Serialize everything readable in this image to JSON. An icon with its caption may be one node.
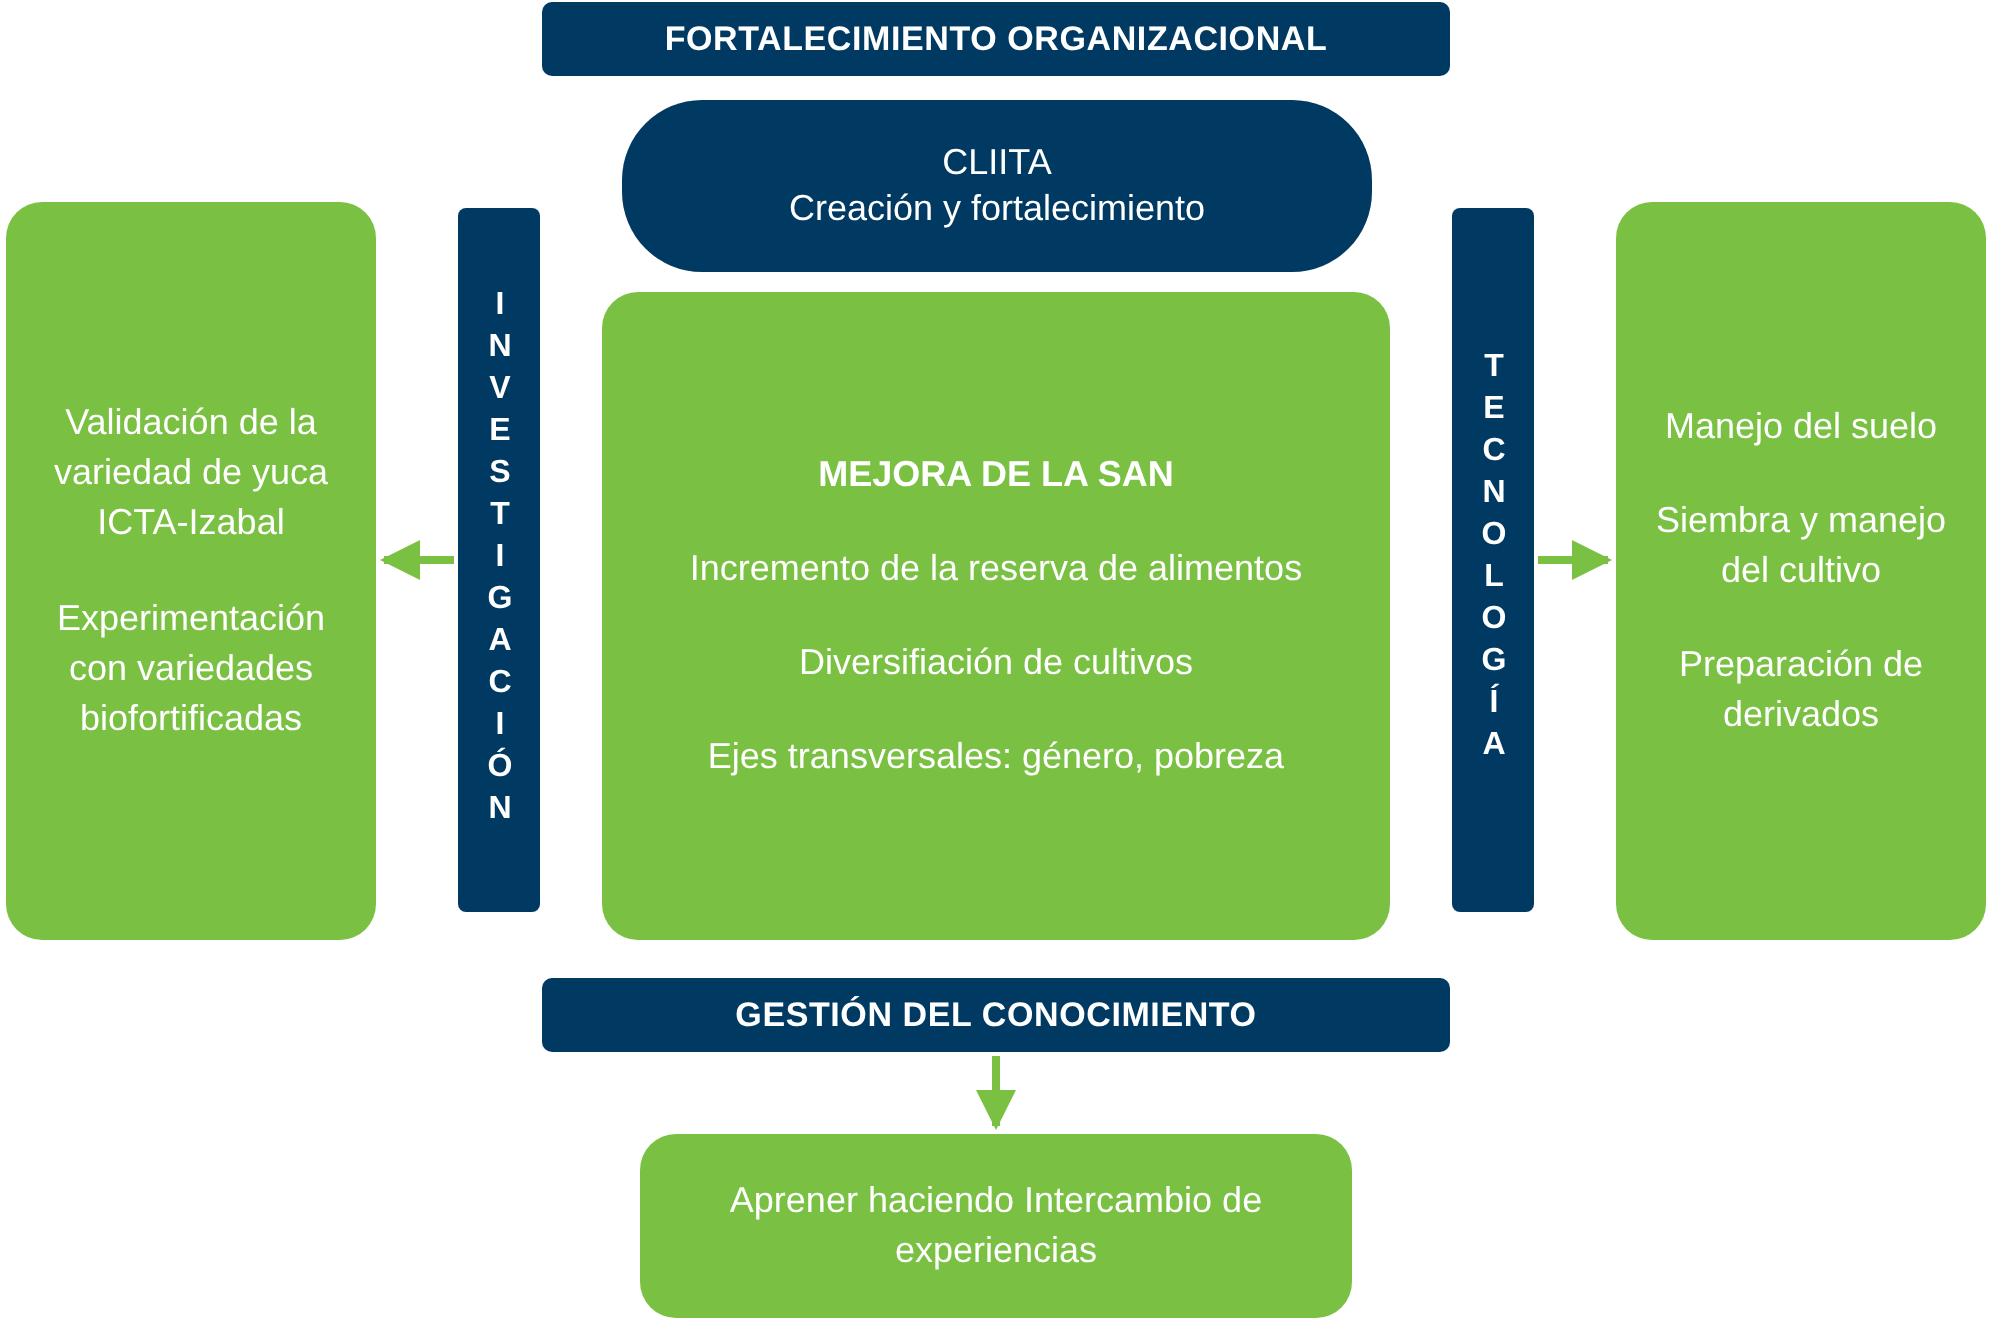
{
  "diagram": {
    "nodes": [
      {
        "text": [
          "FORTALECIMIENTO ORGANIZACIONAL"
        ]
      },
      {
        "text": [
          "CLIITA",
          "Creación y fortalecimiento"
        ]
      },
      {
        "text": [
          "Validación de la variedad de yuca ICTA-Izabal",
          "Experimentación con variedades biofortificadas"
        ]
      },
      {
        "text": [
          "INVESTIGACIÓN"
        ]
      },
      {
        "text": [
          "MEJORA DE LA SAN",
          "Incremento de la reserva de alimentos",
          "Diversifiación de cultivos",
          "Ejes transversales: género, pobreza"
        ]
      },
      {
        "text": [
          "TECNOLOGÍA"
        ]
      },
      {
        "text": [
          "Manejo del suelo",
          "Siembra y manejo del cultivo",
          "Preparación de derivados"
        ]
      },
      {
        "text": [
          "GESTIÓN DEL CONOCIMIENTO"
        ]
      },
      {
        "text": [
          "Aprener haciendo Intercambio de experiencias"
        ]
      }
    ],
    "edges": [
      {
        "from": 3,
        "to": 2,
        "arrow": "to"
      },
      {
        "from": 5,
        "to": 6,
        "arrow": "to"
      },
      {
        "from": 7,
        "to": 8,
        "arrow": "to"
      }
    ]
  }
}
